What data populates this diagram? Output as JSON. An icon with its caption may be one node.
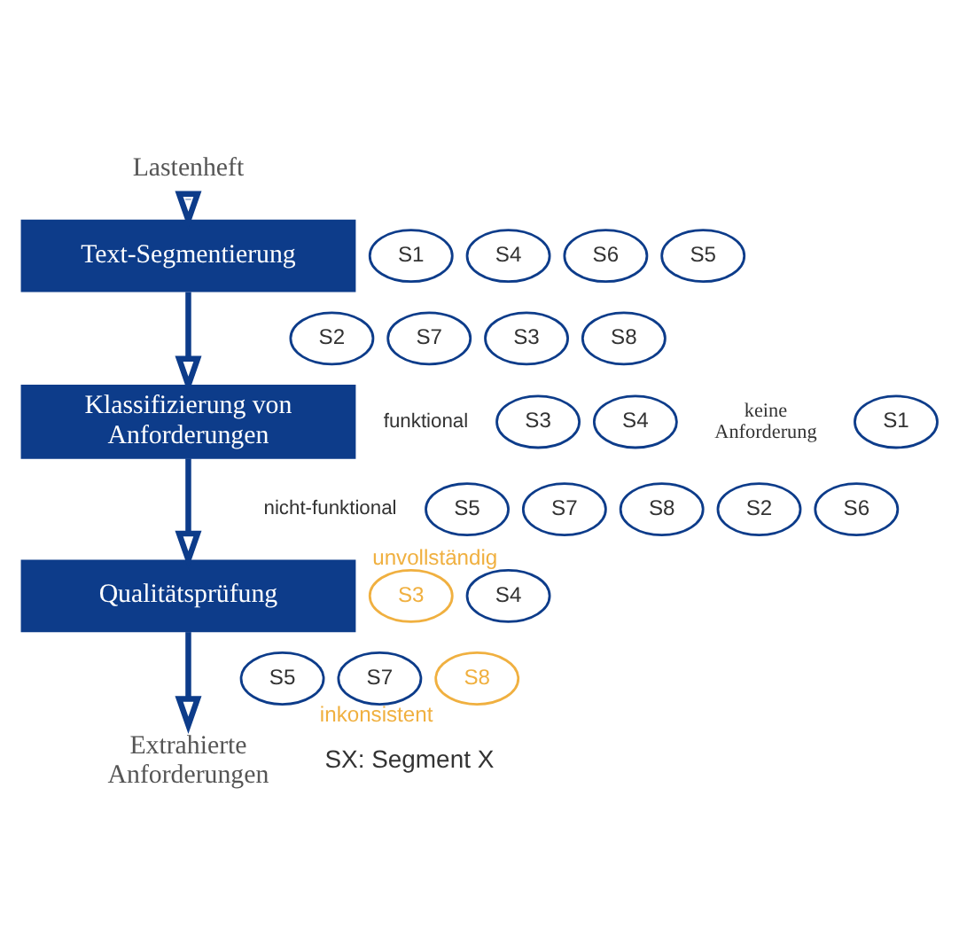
{
  "diagram": {
    "nodes": [
      {
        "text": [
          "Lastenheft"
        ]
      },
      {
        "text": [
          "Text-Segmentierung"
        ]
      },
      {
        "text": [
          "Klassifizierung von Anforderungen"
        ]
      },
      {
        "text": [
          "Qualitätsprüfung"
        ]
      },
      {
        "text": [
          "Extrahierte Anforderungen"
        ]
      },
      {
        "text": [
          "S1"
        ]
      },
      {
        "text": [
          "S4"
        ]
      },
      {
        "text": [
          "S6"
        ]
      },
      {
        "text": [
          "S5"
        ]
      },
      {
        "text": [
          "S2"
        ]
      },
      {
        "text": [
          "S7"
        ]
      },
      {
        "text": [
          "S3"
        ]
      },
      {
        "text": [
          "S8"
        ]
      },
      {
        "text": [
          "S3"
        ]
      },
      {
        "text": [
          "S4"
        ]
      },
      {
        "text": [
          "S1"
        ]
      },
      {
        "text": [
          "S2"
        ]
      },
      {
        "text": [
          "S5"
        ]
      },
      {
        "text": [
          "S7"
        ]
      },
      {
        "text": [
          "S8"
        ]
      },
      {
        "text": [
          "S6"
        ]
      },
      {
        "text": [
          "S3"
        ],
        "beside": [
          "unvollständig"
        ]
      },
      {
        "text": [
          "S4"
        ]
      },
      {
        "text": [
          "S5"
        ]
      },
      {
        "text": [
          "S7"
        ]
      },
      {
        "text": [
          "S8"
        ],
        "beside": [
          "inkonsistent"
        ]
      }
    ],
    "edges": [
      {
        "from": 0,
        "to": 1,
        "arrow": "to"
      },
      {
        "from": 1,
        "to": 2,
        "arrow": "to"
      },
      {
        "from": 2,
        "to": 3,
        "arrow": "to"
      },
      {
        "from": 3,
        "to": 4,
        "arrow": "to"
      }
    ],
    "labels": [
      "funktional",
      "keine Anforderung",
      "nicht-funktional",
      "SX: Segment X"
    ]
  }
}
